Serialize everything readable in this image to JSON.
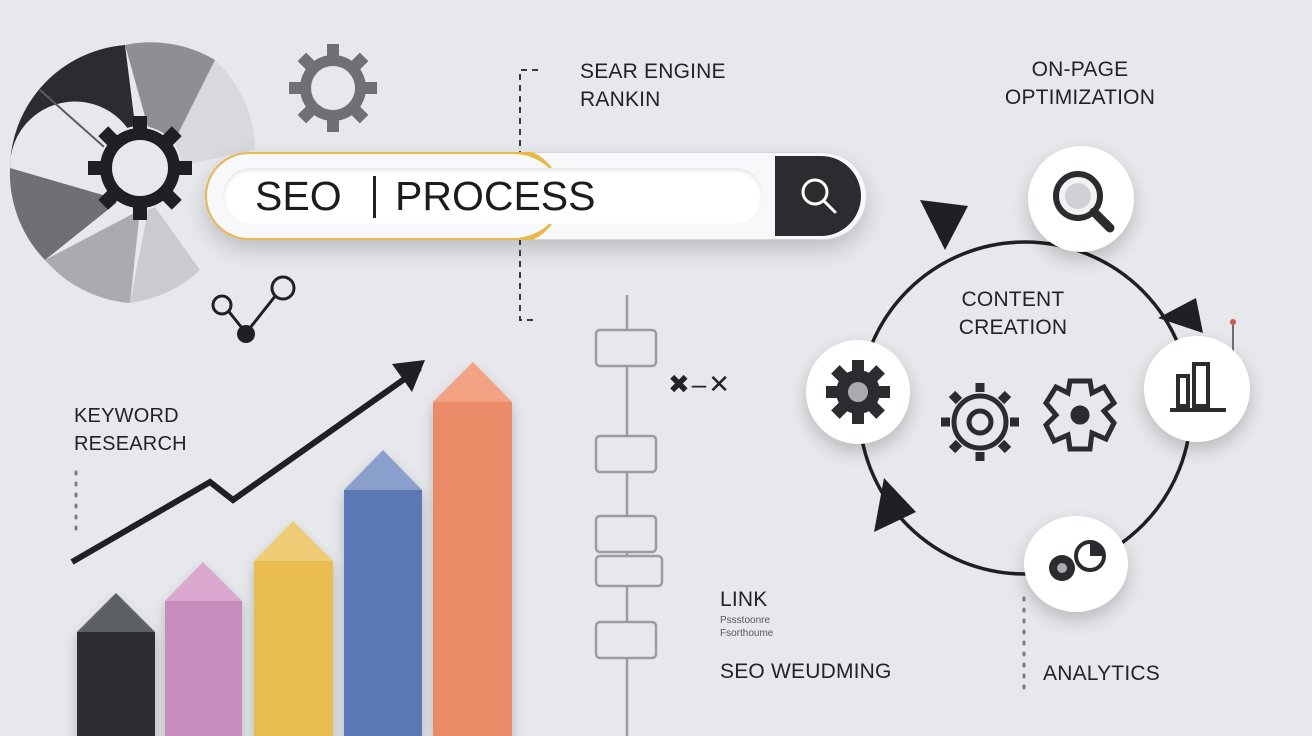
{
  "search": {
    "left_text": "SEO",
    "right_text": "PROCESS"
  },
  "labels": {
    "search_engine_ranking": "SEAR ENGINE\nRANKIN",
    "on_page": "ON-PAGE\nOPTIMIZATION",
    "content_creation": "CONTENT\nCREATION",
    "keyword_research": "KEYWORD\nRESEARCH",
    "link": "LINK",
    "link_sub_1": "Pssstoonre",
    "link_sub_2": "Fsorthoume",
    "seo_building": "SEO WEUDMING",
    "analytics": "ANALYTICS",
    "glyphs": "✖–✕"
  },
  "colors": {
    "accent_yellow": "#e7b84a",
    "bar_dark": "#2d2e31",
    "bar_pink": "#c98dbd",
    "bar_yellow": "#e9bd50",
    "bar_blue": "#5b78b4",
    "bar_orange": "#ec8b67",
    "ring_dark": "#2b2c2f",
    "ring_mid": "#6e7075",
    "ring_light": "#a9abb0"
  },
  "icons": [
    "gear-icon",
    "search-icon",
    "bar-chart-icon",
    "pie-chart-icon",
    "share-node-icon",
    "trend-arrow-icon"
  ]
}
